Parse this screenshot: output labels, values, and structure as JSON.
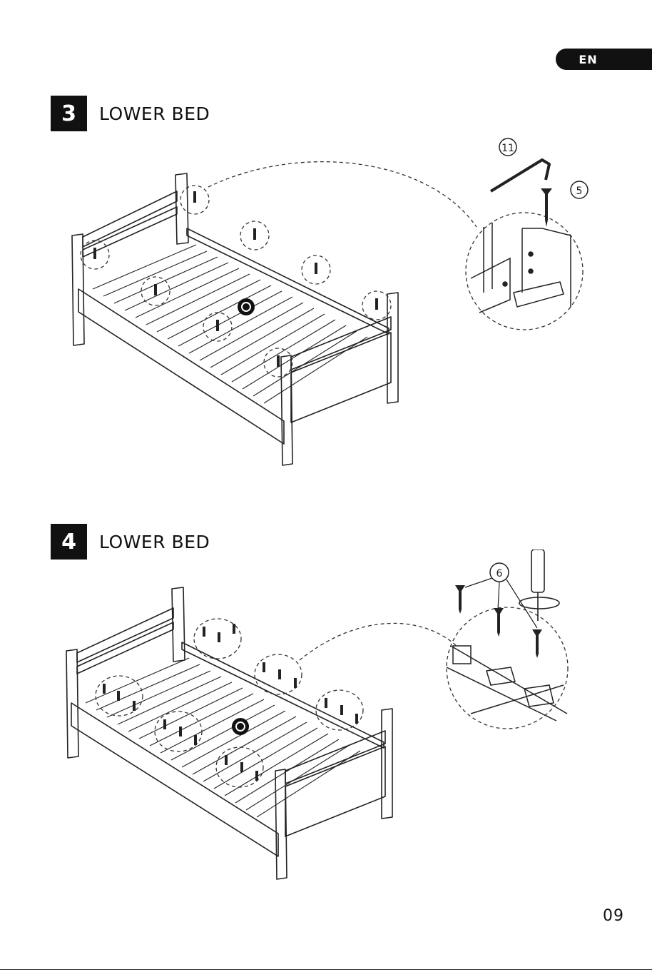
{
  "language_tab": "EN",
  "steps": [
    {
      "number": "3",
      "title": "LOWER BED",
      "parts": [
        "11",
        "5"
      ]
    },
    {
      "number": "4",
      "title": "LOWER BED",
      "parts": [
        "6"
      ]
    }
  ],
  "page_number": "09"
}
